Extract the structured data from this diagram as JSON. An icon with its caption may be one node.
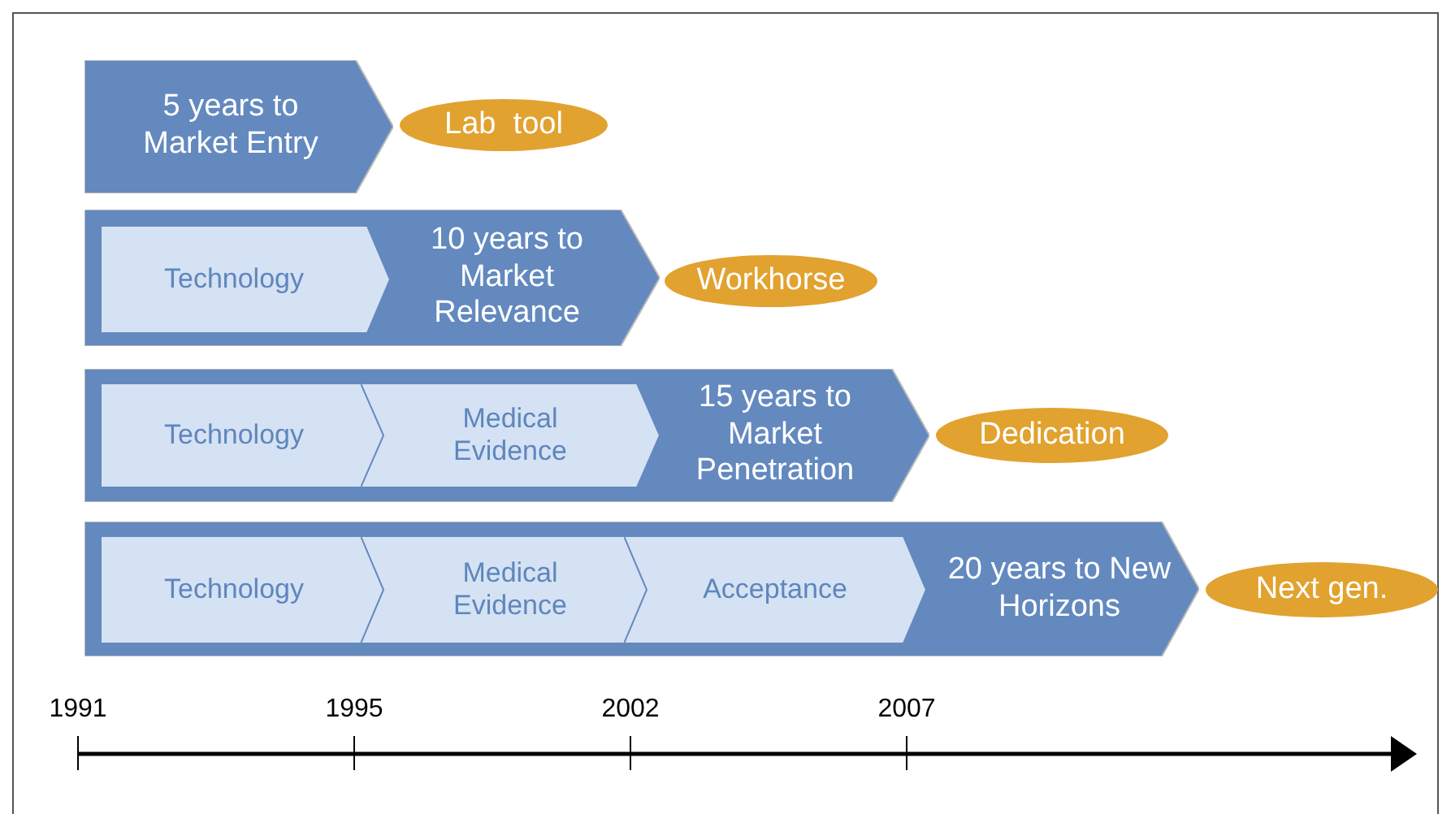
{
  "diagram": {
    "nodes": [
      {
        "text": [
          "5 years to Market Entry"
        ]
      },
      {
        "text": [
          "Lab  tool"
        ]
      },
      {
        "text": [
          "10 years to Market Relevance"
        ]
      },
      {
        "text": [
          "Technology"
        ],
        "in": 2
      },
      {
        "text": [
          "Workhorse"
        ]
      },
      {
        "text": [
          "15 years to Market Penetration"
        ]
      },
      {
        "text": [
          "Technology"
        ],
        "in": 5
      },
      {
        "text": [
          "Medical Evidence"
        ],
        "in": 5
      },
      {
        "text": [
          "Dedication"
        ]
      },
      {
        "text": [
          "20 years to New Horizons"
        ]
      },
      {
        "text": [
          "Technology"
        ],
        "in": 9
      },
      {
        "text": [
          "Medical Evidence"
        ],
        "in": 9
      },
      {
        "text": [
          "Acceptance"
        ],
        "in": 9
      },
      {
        "text": [
          "Next gen."
        ]
      }
    ],
    "labels": [
      "1991",
      "1995",
      "2002",
      "2007"
    ]
  }
}
